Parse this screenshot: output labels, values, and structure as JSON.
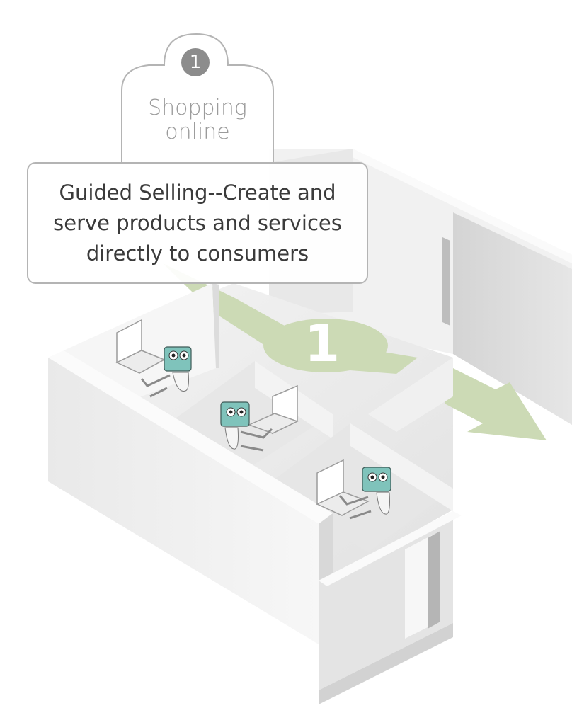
{
  "step": {
    "badge_number": "1",
    "tab_title": "Shopping online"
  },
  "callout": {
    "text": "Guided Selling--Create and serve products and services directly to consumers"
  },
  "floor_marker": {
    "number": "1"
  },
  "colors": {
    "arrow_green": "#ccdab5",
    "badge_gray": "#8c8c8c",
    "robot_teal": "#7fc3bb",
    "wall_light": "#eeeeee",
    "wall_shadow": "#d6d6d6"
  }
}
